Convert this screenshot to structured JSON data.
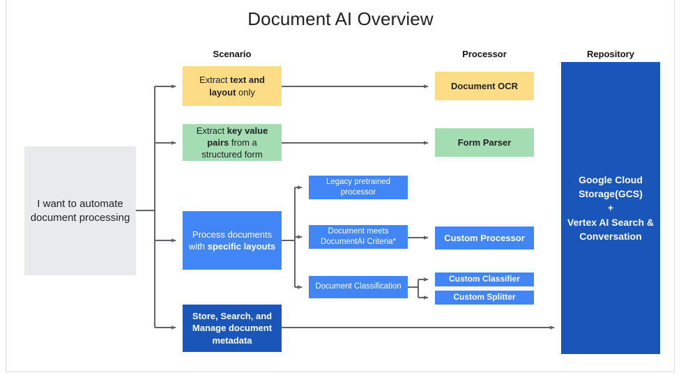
{
  "title": "Document AI Overview",
  "columns": {
    "scenario": "Scenario",
    "processor": "Processor",
    "repository": "Repository"
  },
  "entry": {
    "label": "I want to automate document processing",
    "color": "#e8eaed"
  },
  "scenarios": [
    {
      "id": "extract-text-layout",
      "html": "Extract <b>text and layout</b> only",
      "color": "#fcdd86"
    },
    {
      "id": "extract-key-value",
      "html": "Extract <b>key value pairs</b> from a structured form",
      "color": "#a5ddb3"
    },
    {
      "id": "process-specific-layouts",
      "html": "Process documents with <b>specific layouts</b>",
      "color": "#4285f4"
    },
    {
      "id": "store-search-manage",
      "html": "<b>Store, Search, and Manage</b> document <b>metadata</b>",
      "color": "#1a56ba"
    }
  ],
  "criteria": [
    {
      "id": "legacy-pretrained-processor",
      "label": "Legacy pretrained processor",
      "color": "#4285f4"
    },
    {
      "id": "document-meets-criteria",
      "label": "Document meets DocumentAI Criteria*",
      "color": "#4285f4"
    },
    {
      "id": "document-classification",
      "label": "Document Classification",
      "color": "#4285f4"
    }
  ],
  "processors": [
    {
      "id": "document-ocr",
      "label": "Document OCR",
      "color": "#fcdd86"
    },
    {
      "id": "form-parser",
      "label": "Form Parser",
      "color": "#a5ddb3"
    },
    {
      "id": "custom-processor",
      "label": "Custom Processor",
      "color": "#4285f4"
    },
    {
      "id": "custom-classifier",
      "label": "Custom Classifier",
      "color": "#4285f4"
    },
    {
      "id": "custom-splitter",
      "label": "Custom Splitter",
      "color": "#4285f4"
    }
  ],
  "repository": {
    "line1": "Google Cloud",
    "line2": "Storage(GCS)",
    "line3": "+",
    "line4": "Vertex AI Search &",
    "line5": "Conversation",
    "color": "#1a56ba"
  },
  "connector_color": "#5f6368"
}
